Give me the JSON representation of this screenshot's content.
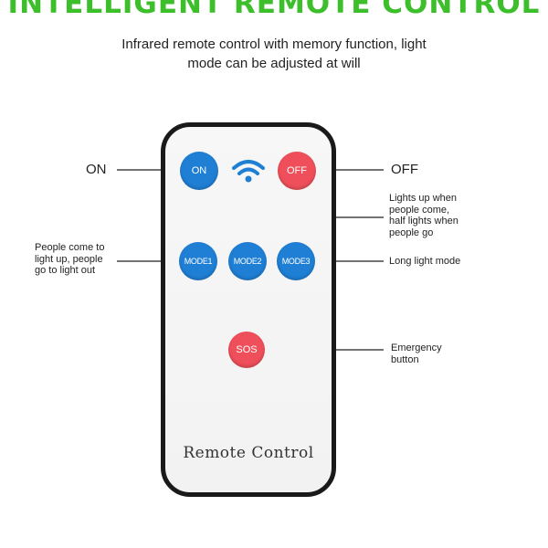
{
  "title": "INTELLIGENT REMOTE CONTROL",
  "subtitle_line1": "Infrared remote control with memory function, light",
  "subtitle_line2": "mode can be adjusted at will",
  "remote_label": "Remote Control",
  "buttons": {
    "on": "ON",
    "off": "OFF",
    "mode1": "MODE1",
    "mode2": "MODE2",
    "mode3": "MODE3",
    "sos": "SOS"
  },
  "callouts": {
    "on": "ON",
    "off": "OFF",
    "mode1": [
      "People come to",
      "light up, people",
      "go to light out"
    ],
    "mode2": [
      "Lights up when",
      "people come,",
      "half lights when",
      "people go"
    ],
    "mode3": "Long light mode",
    "sos": [
      "Emergency",
      "button"
    ]
  },
  "icons": {
    "wifi": "wifi-signal-icon"
  },
  "colors": {
    "title": "#3cbf2a",
    "blue_button": "#1f7fd4",
    "red_button": "#ee4f5a"
  }
}
